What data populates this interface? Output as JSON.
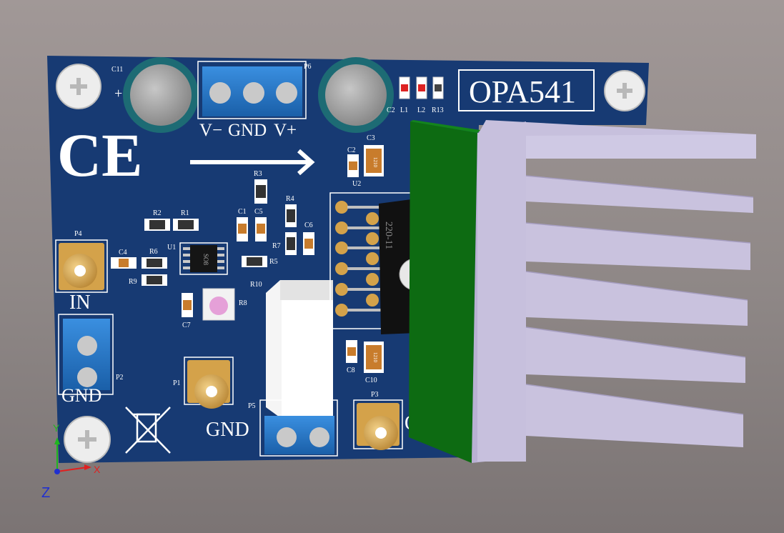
{
  "board": {
    "title": "OPA541",
    "ce_mark": "CE",
    "power_labels": {
      "vminus": "V−",
      "gnd": "GND",
      "vplus": "V+"
    },
    "plus_sign": "+",
    "io_labels": {
      "in": "IN",
      "gnd_left": "GND",
      "gnd_bottom": "GND",
      "out": "OU"
    },
    "chip_marking": "220-11",
    "cap_marking": "1210",
    "ic_marking": "SO8"
  },
  "components": {
    "C11": "C11",
    "P6": "P6",
    "C2": "C2",
    "L1": "L1",
    "L2": "L2",
    "R13": "R13",
    "C3": "C3",
    "U2": "U2",
    "R3": "R3",
    "R4": "R4",
    "R2": "R2",
    "R1": "R1",
    "C1": "C1",
    "C5": "C5",
    "C6": "C6",
    "R7": "R7",
    "P4": "P4",
    "C4": "C4",
    "R6": "R6",
    "U1": "U1",
    "R5": "R5",
    "R9": "R9",
    "R10": "R10",
    "R8": "R8",
    "C7": "C7",
    "P1": "P1",
    "P2": "P2",
    "P5": "P5",
    "P3": "P3",
    "C8": "C8",
    "C10": "C10"
  },
  "axes": {
    "x": "X",
    "y": "Y",
    "z": "Z"
  },
  "colors": {
    "pcb": "#173a73",
    "silkscreen": "#ffffff",
    "terminal_block": "#1f73c4",
    "heatsink": "#c7c0dd",
    "heatsink_board": "#0d6b12",
    "gold": "#d4a24a"
  }
}
